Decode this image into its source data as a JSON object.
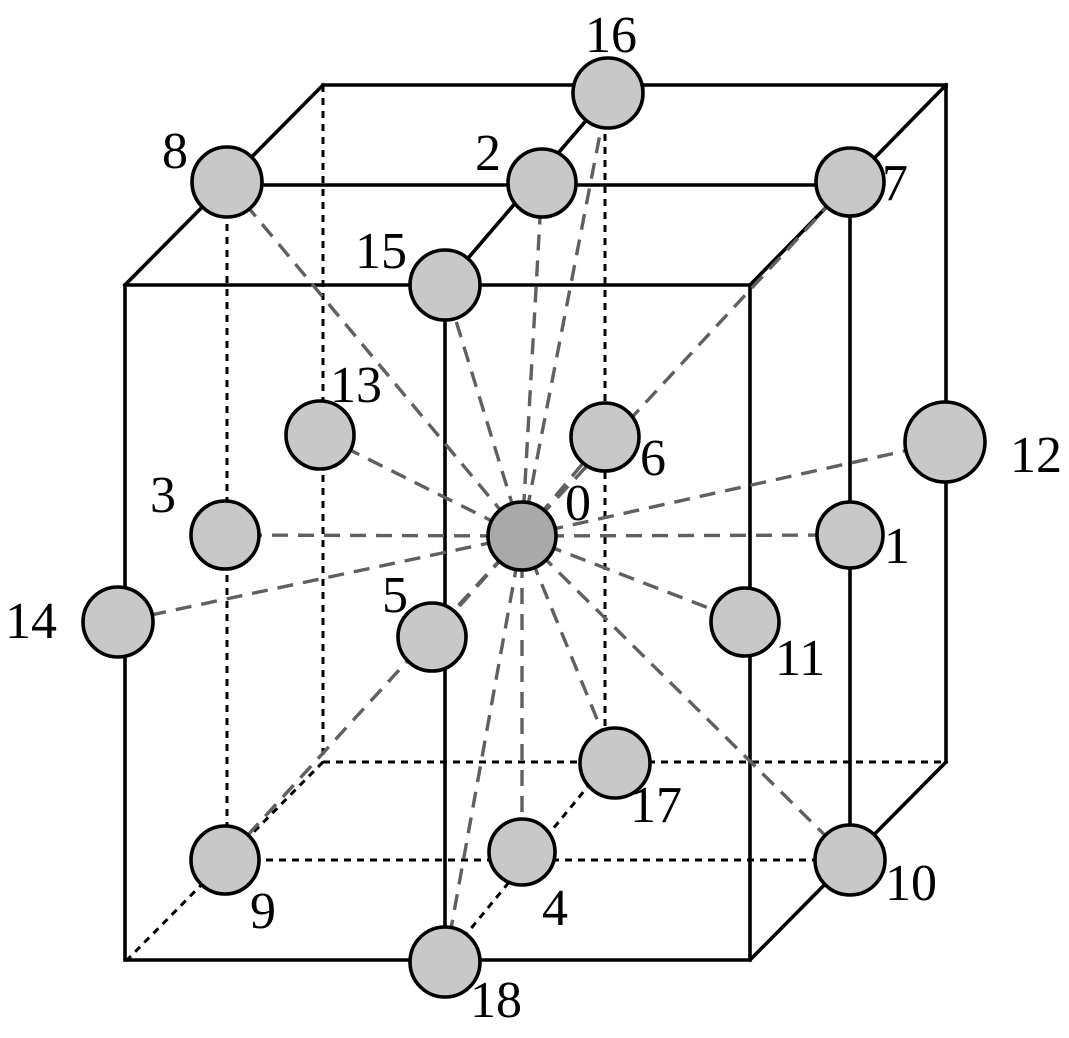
{
  "diagram": {
    "nodes": [
      {
        "id": "0",
        "label": "0"
      },
      {
        "id": "1",
        "label": "1"
      },
      {
        "id": "2",
        "label": "2"
      },
      {
        "id": "3",
        "label": "3"
      },
      {
        "id": "4",
        "label": "4"
      },
      {
        "id": "5",
        "label": "5"
      },
      {
        "id": "6",
        "label": "6"
      },
      {
        "id": "7",
        "label": "7"
      },
      {
        "id": "8",
        "label": "8"
      },
      {
        "id": "9",
        "label": "9"
      },
      {
        "id": "10",
        "label": "10"
      },
      {
        "id": "11",
        "label": "11"
      },
      {
        "id": "12",
        "label": "12"
      },
      {
        "id": "13",
        "label": "13"
      },
      {
        "id": "14",
        "label": "14"
      },
      {
        "id": "15",
        "label": "15"
      },
      {
        "id": "16",
        "label": "16"
      },
      {
        "id": "17",
        "label": "17"
      },
      {
        "id": "18",
        "label": "18"
      }
    ],
    "connections": [
      [
        "0",
        "1"
      ],
      [
        "0",
        "2"
      ],
      [
        "0",
        "3"
      ],
      [
        "0",
        "4"
      ],
      [
        "0",
        "5"
      ],
      [
        "0",
        "6"
      ],
      [
        "0",
        "7"
      ],
      [
        "0",
        "8"
      ],
      [
        "0",
        "9"
      ],
      [
        "0",
        "10"
      ],
      [
        "0",
        "11"
      ],
      [
        "0",
        "12"
      ],
      [
        "0",
        "13"
      ],
      [
        "0",
        "14"
      ],
      [
        "0",
        "15"
      ],
      [
        "0",
        "16"
      ],
      [
        "0",
        "17"
      ],
      [
        "0",
        "18"
      ]
    ],
    "colors": {
      "node_fill": "#c8c8c8",
      "center_fill": "#a9a9a9",
      "link": "#606060",
      "edge": "#000000"
    }
  }
}
